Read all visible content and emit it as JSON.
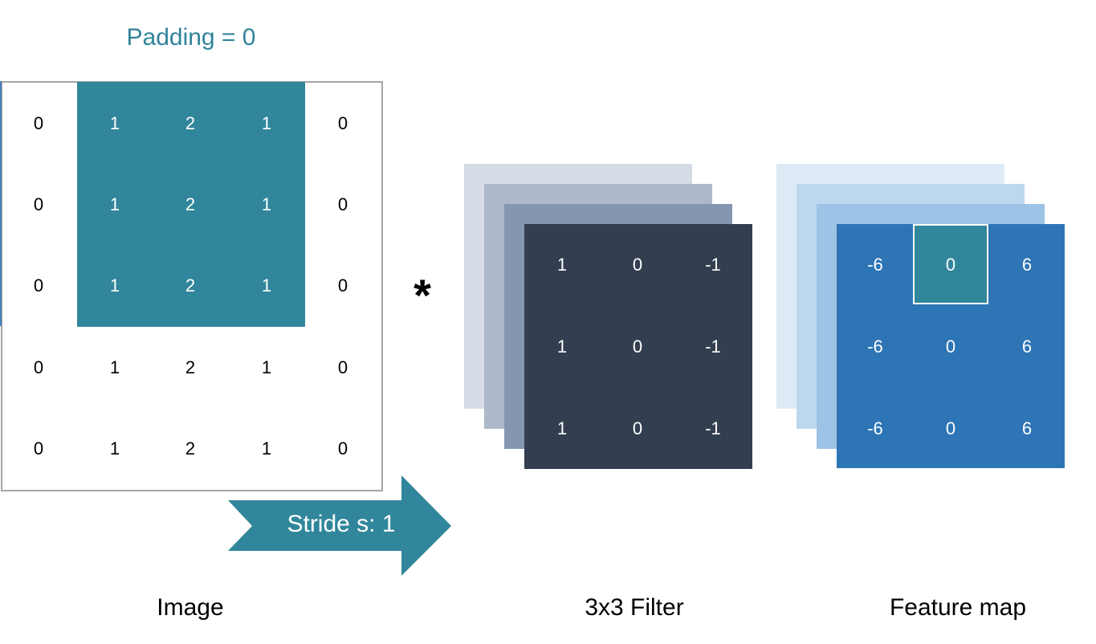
{
  "padding_label": "Padding  = 0",
  "image": {
    "caption": "Image",
    "rows": [
      [
        "0",
        "1",
        "2",
        "1",
        "0"
      ],
      [
        "0",
        "1",
        "2",
        "1",
        "0"
      ],
      [
        "0",
        "1",
        "2",
        "1",
        "0"
      ],
      [
        "0",
        "1",
        "2",
        "1",
        "0"
      ],
      [
        "0",
        "1",
        "2",
        "1",
        "0"
      ]
    ]
  },
  "operator": "*",
  "filter": {
    "caption": "3x3 Filter",
    "rows": [
      [
        "1",
        "0",
        "-1"
      ],
      [
        "1",
        "0",
        "-1"
      ],
      [
        "1",
        "0",
        "-1"
      ]
    ]
  },
  "feature_map": {
    "caption": "Feature map",
    "rows": [
      [
        "-6",
        "0",
        "6"
      ],
      [
        "-6",
        "0",
        "6"
      ],
      [
        "-6",
        "0",
        "6"
      ]
    ]
  },
  "stride_label": "Stride s: 1",
  "colors": {
    "teal": "#31869b",
    "filter_dark": "#333f50",
    "feature_blue": "#2e75b6"
  }
}
